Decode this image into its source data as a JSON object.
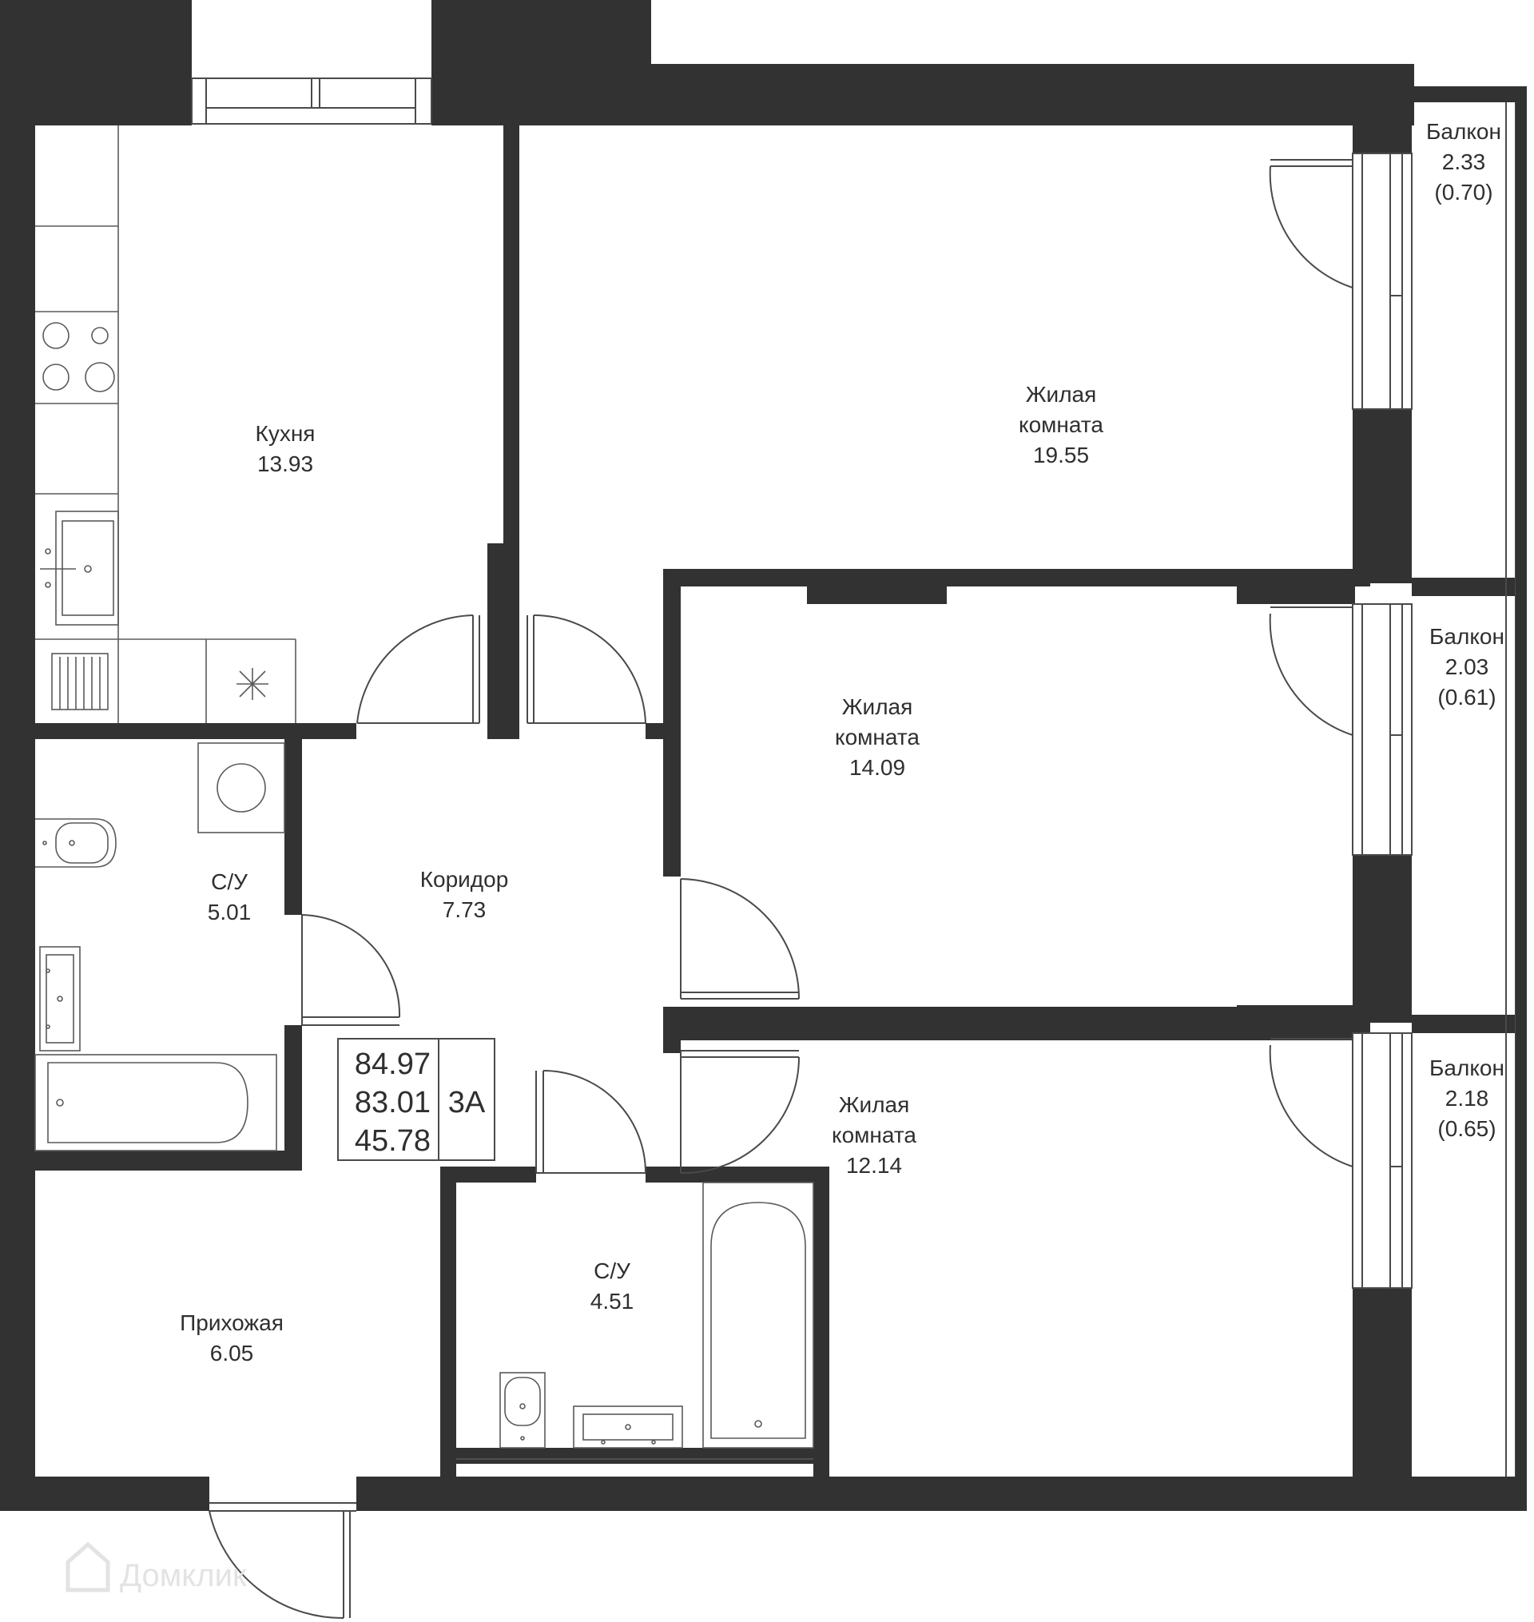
{
  "rooms": {
    "kitchen": {
      "name": "Кухня",
      "area": "13.93"
    },
    "living1": {
      "name1": "Жилая",
      "name2": "комната",
      "area": "19.55"
    },
    "living2": {
      "name1": "Жилая",
      "name2": "комната",
      "area": "14.09"
    },
    "living3": {
      "name1": "Жилая",
      "name2": "комната",
      "area": "12.14"
    },
    "bath1": {
      "name": "С/У",
      "area": "5.01"
    },
    "corridor": {
      "name": "Коридор",
      "area": "7.73"
    },
    "bath2": {
      "name": "С/У",
      "area": "4.51"
    },
    "hall": {
      "name": "Прихожая",
      "area": "6.05"
    }
  },
  "balconies": [
    {
      "name": "Балкон",
      "area": "2.33",
      "reduced": "(0.70)"
    },
    {
      "name": "Балкон",
      "area": "2.03",
      "reduced": "(0.61)"
    },
    {
      "name": "Балкон",
      "area": "2.18",
      "reduced": "(0.65)"
    }
  ],
  "summary": {
    "total": "84.97",
    "total_no_balcony": "83.01",
    "living": "45.78",
    "apt_code": "3A"
  },
  "watermark": "Домклик",
  "colors": {
    "wall": "#323232",
    "line": "#4a4a4a",
    "text": "#2f2f2f"
  }
}
